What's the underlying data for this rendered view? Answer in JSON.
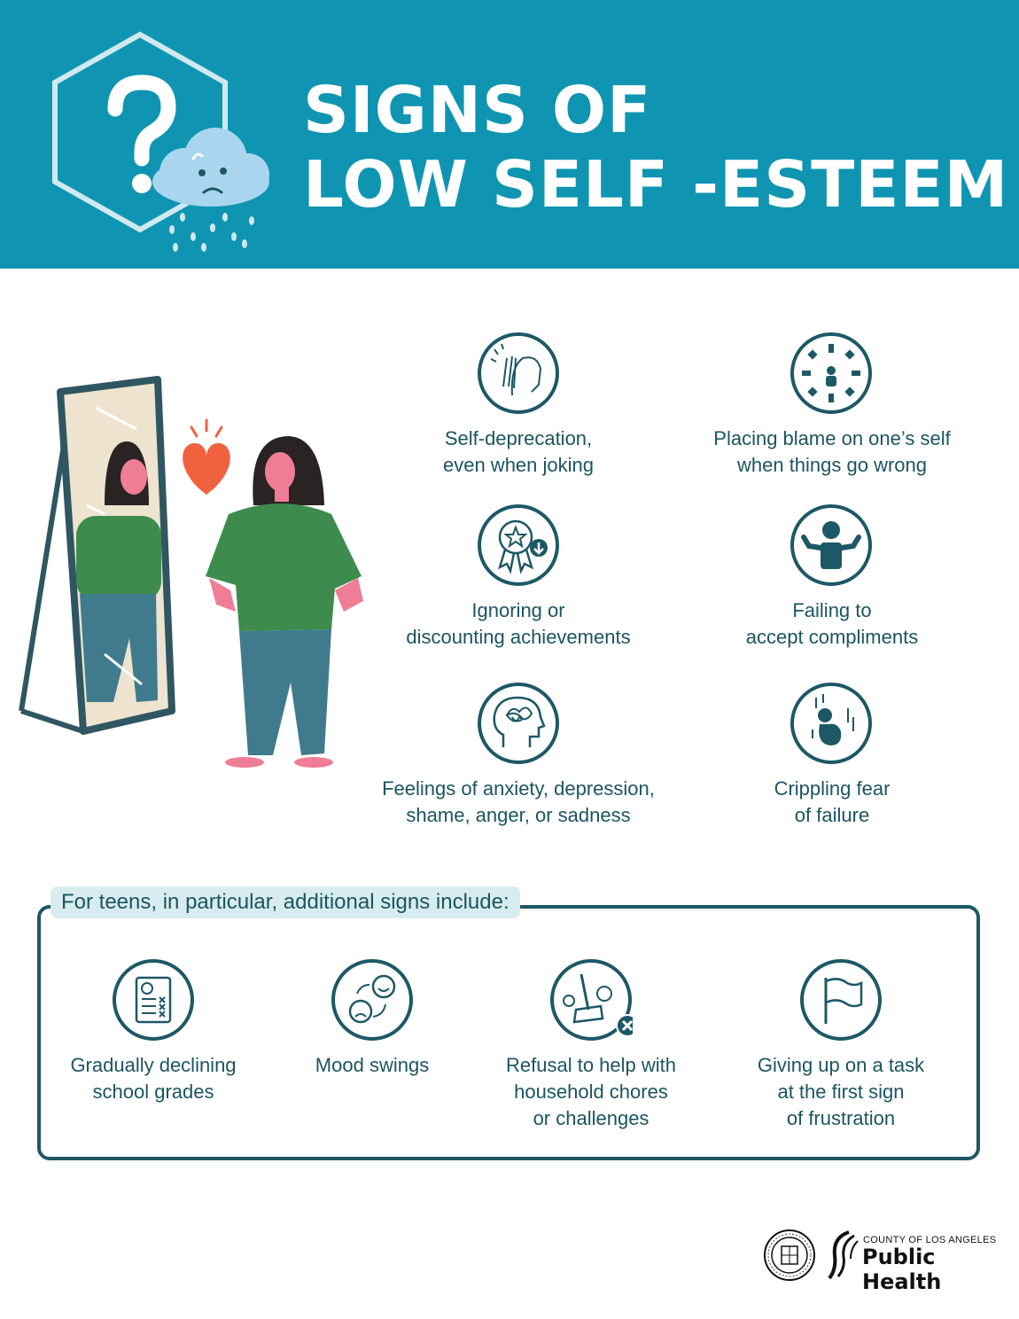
{
  "header": {
    "title_line1": "SIGNS OF",
    "title_line2": "LOW SELF -ESTEEM",
    "bg_color": "#0f95b2"
  },
  "signs": [
    {
      "icon": "face-palm-icon",
      "line1": "Self-deprecation,",
      "line2": "even when joking"
    },
    {
      "icon": "blame-arrows-icon",
      "line1": "Placing blame on one’s self",
      "line2": "when things go wrong"
    },
    {
      "icon": "award-ribbon-down-icon",
      "line1": "Ignoring or",
      "line2": "discounting achievements"
    },
    {
      "icon": "shrug-person-icon",
      "line1": "Failing to",
      "line2": "accept compliments"
    },
    {
      "icon": "tangled-mind-icon",
      "line1": "Feelings of anxiety, depression,",
      "line2": "shame, anger, or sadness"
    },
    {
      "icon": "fearful-person-icon",
      "line1": "Crippling fear",
      "line2": "of failure"
    }
  ],
  "teens": {
    "heading": "For teens, in particular, additional signs include:",
    "items": [
      {
        "icon": "report-card-icon",
        "lines": [
          "Gradually declining",
          "school grades"
        ]
      },
      {
        "icon": "mood-swing-faces-icon",
        "lines": [
          "Mood swings"
        ]
      },
      {
        "icon": "broom-cleaning-x-icon",
        "lines": [
          "Refusal to help with",
          "household chores",
          "or challenges"
        ]
      },
      {
        "icon": "white-flag-icon",
        "lines": [
          "Giving up on a task",
          "at the first sign",
          "of frustration"
        ]
      }
    ]
  },
  "footer": {
    "org_line1": "County of Los Angeles",
    "org_line2": "Public Health"
  },
  "colors": {
    "accent_dark": "#1d5866",
    "tab_bg": "#d7ecef",
    "heart": "#f0623f",
    "shirt": "#3e8c4d",
    "pants": "#3f7b8c"
  }
}
